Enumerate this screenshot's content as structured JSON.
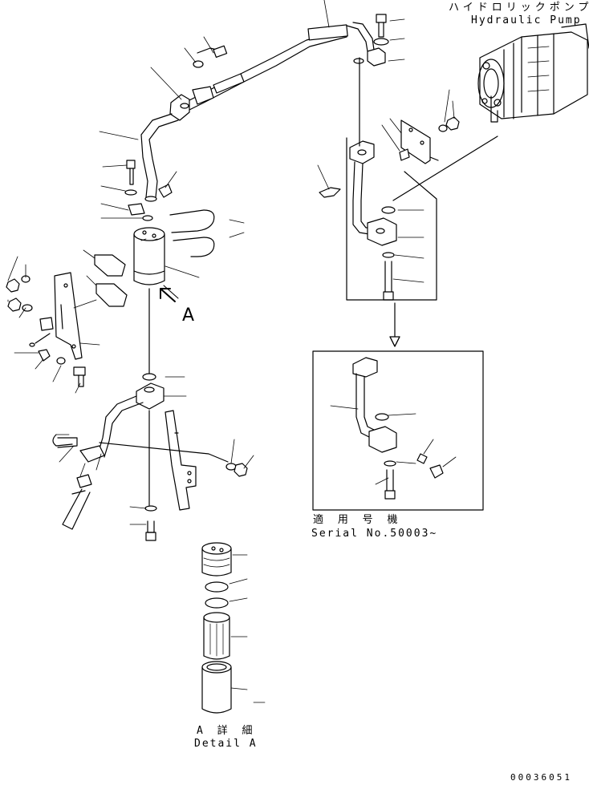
{
  "pump_label": {
    "ja": "ハイドロリックポンプ",
    "en": "Hydraulic Pump"
  },
  "serial": {
    "ja": "適 用 号 機",
    "en": "Serial No.50003~"
  },
  "detail": {
    "marker": "A",
    "ja": "A 詳 細",
    "en": "Detail A"
  },
  "drawing_code": "00036051",
  "colors": {
    "line": "#000000",
    "background": "#ffffff"
  }
}
